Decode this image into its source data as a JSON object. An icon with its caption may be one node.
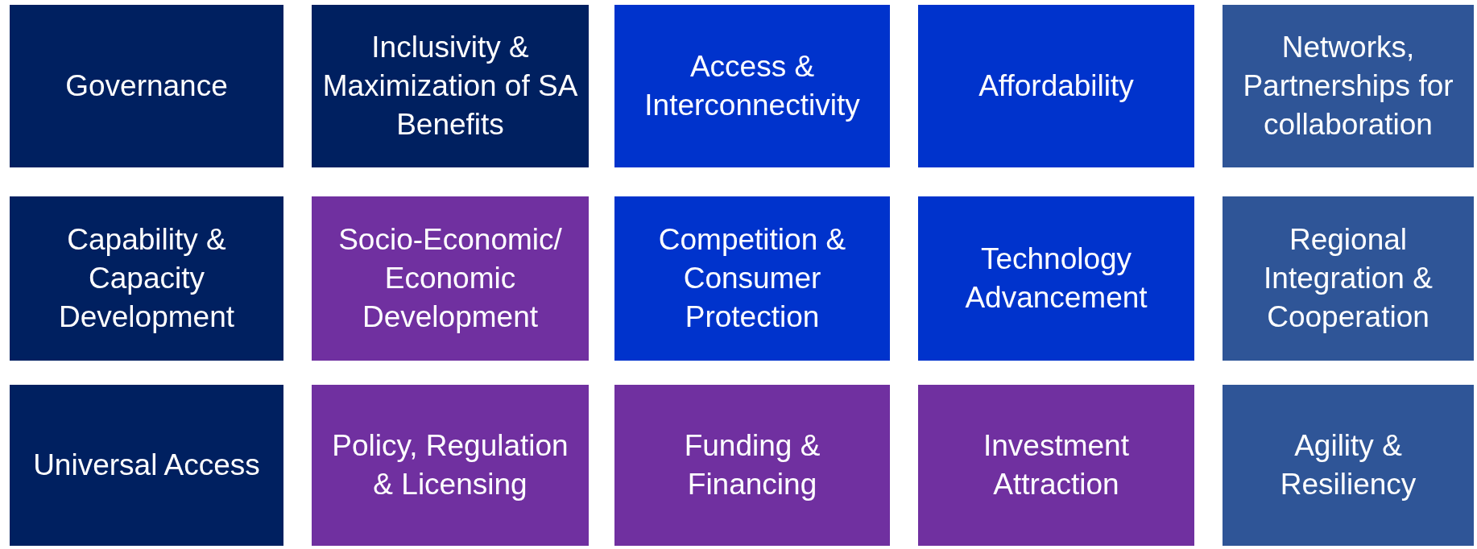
{
  "diagram": {
    "nodes": [
      {
        "text": [
          "Governance"
        ]
      },
      {
        "text": [
          "Inclusivity & Maximization of SA Benefits"
        ]
      },
      {
        "text": [
          "Access & Interconnectivity"
        ]
      },
      {
        "text": [
          "Affordability"
        ]
      },
      {
        "text": [
          "Networks, Partnerships for collaboration"
        ]
      },
      {
        "text": [
          "Capability & Capacity Development"
        ]
      },
      {
        "text": [
          "Socio-Economic/ Economic Development"
        ]
      },
      {
        "text": [
          "Competition & Consumer Protection"
        ]
      },
      {
        "text": [
          "Technology Advancement"
        ]
      },
      {
        "text": [
          "Regional Integration & Cooperation"
        ]
      },
      {
        "text": [
          "Universal Access"
        ]
      },
      {
        "text": [
          "Policy, Regulation & Licensing"
        ]
      },
      {
        "text": [
          "Funding & Financing"
        ]
      },
      {
        "text": [
          "Investment Attraction"
        ]
      },
      {
        "text": [
          "Agility & Resiliency"
        ]
      }
    ]
  }
}
